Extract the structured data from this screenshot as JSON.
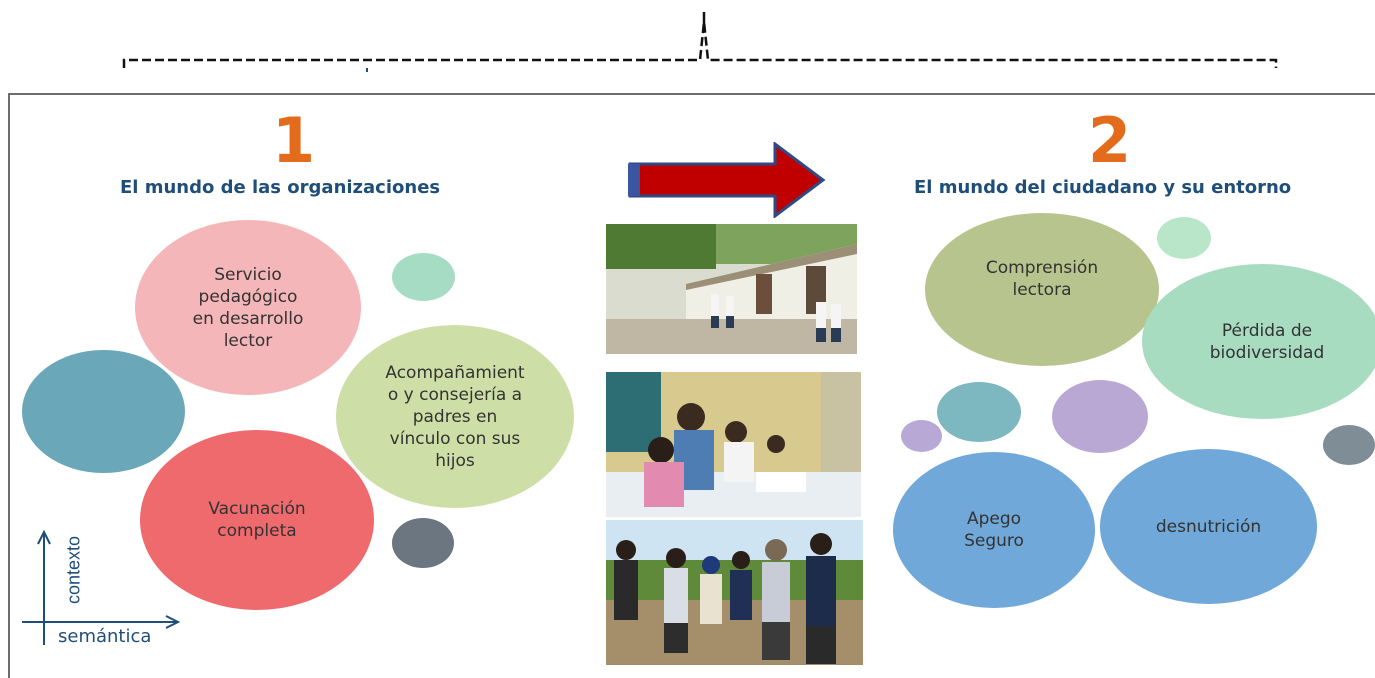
{
  "left_panel": {
    "number": "1",
    "title": "El mundo de las organizaciones",
    "bubbles": [
      {
        "id": "servicio",
        "label": "Servicio\npedagógico\nen desarrollo\nlector",
        "color": "#f4b6b8"
      },
      {
        "id": "acompanamiento",
        "label": "Acompañamient\no y consejería a\npadres en\nvínculo con sus\nhijos",
        "color": "#cddfa6"
      },
      {
        "id": "vacunacion",
        "label": "Vacunación\ncompleta",
        "color": "#ef6a6d"
      }
    ],
    "decor_colors": {
      "teal_big": "#6aa7b8",
      "mint_small": "#a7dcc4",
      "slate_small": "#6b7680"
    }
  },
  "right_panel": {
    "number": "2",
    "title": "El mundo del ciudadano y su entorno",
    "bubbles": [
      {
        "id": "comprension",
        "label": "Comprensión\nlectora",
        "color": "#b8c48e"
      },
      {
        "id": "perdida",
        "label": "Pérdida de\nbiodiversidad",
        "color": "#a8dcc1"
      },
      {
        "id": "apego",
        "label": "Apego\nSeguro",
        "color": "#6fa8d9"
      },
      {
        "id": "desnutricion",
        "label": "desnutrición",
        "color": "#6fa8d9"
      }
    ],
    "decor_colors": {
      "mint": "#b9e6c8",
      "teal": "#7db7c0",
      "lavender_big": "#b9a7d4",
      "lavender_small": "#b7a8d6",
      "slate": "#7e8d96"
    }
  },
  "axes": {
    "vertical_label": "contexto",
    "horizontal_label": "semántica"
  },
  "arrow": {
    "color": "#c00000",
    "outline": "#2e4a86"
  }
}
